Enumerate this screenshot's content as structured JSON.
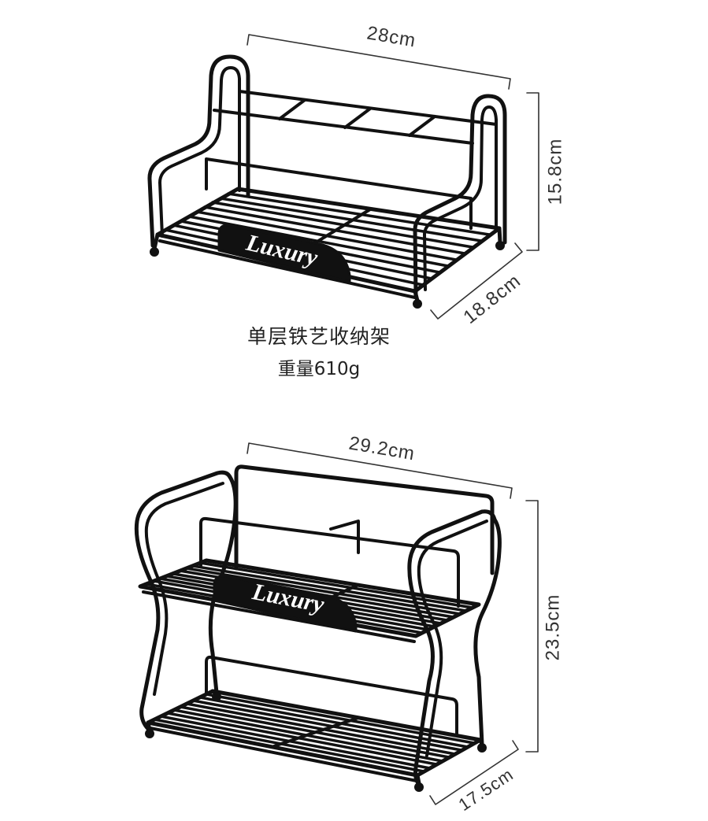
{
  "caption": {
    "product_name": "单层铁艺收纳架",
    "weight": "重量610g"
  },
  "single_tier_rack": {
    "width_label": "28cm",
    "height_label": "15.8cm",
    "depth_label": "18.8cm",
    "logo_text": "Luxury"
  },
  "double_tier_rack": {
    "width_label": "29.2cm",
    "height_label": "23.5cm",
    "depth_label": "17.5cm",
    "logo_text": "Luxury"
  },
  "colors": {
    "background": "#ffffff",
    "wire": "#111111",
    "dimension_line": "#333333",
    "logo_text": "#ffffff"
  }
}
